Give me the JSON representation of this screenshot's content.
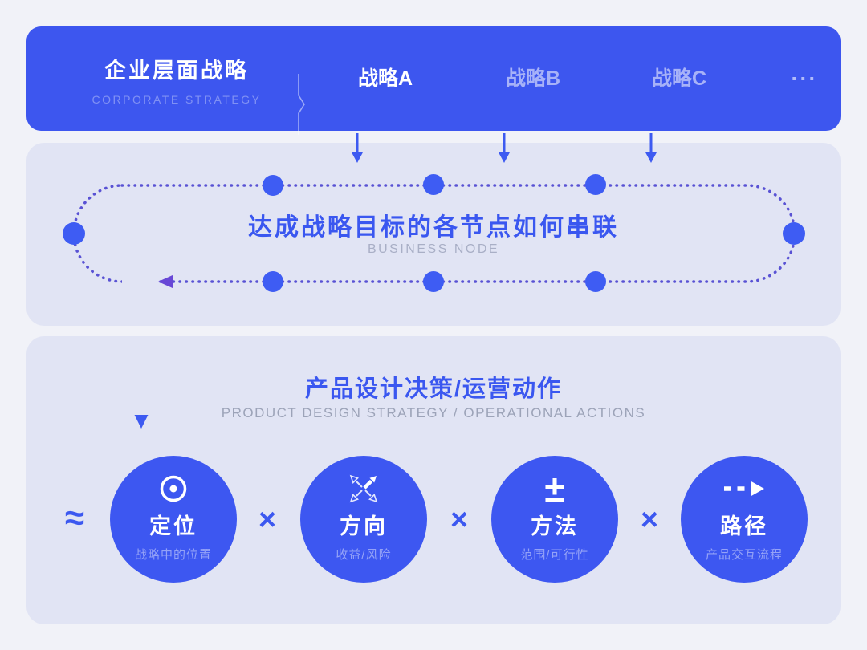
{
  "banner": {
    "title": "企业层面战略",
    "subtitle": "CORPORATE STRATEGY",
    "items": [
      {
        "label": "战略A",
        "state": "active"
      },
      {
        "label": "战略B",
        "state": "dim"
      },
      {
        "label": "战略C",
        "state": "dim"
      },
      {
        "label": "···",
        "state": "dim"
      }
    ]
  },
  "business_node": {
    "title": "达成战略目标的各节点如何串联",
    "subtitle": "BUSINESS NODE"
  },
  "product": {
    "title": "产品设计决策/运营动作",
    "subtitle": "PRODUCT DESIGN STRATEGY / OPERATIONAL ACTIONS",
    "operators": {
      "approx": "≈",
      "multiply": "×"
    },
    "circles": [
      {
        "icon": "target-icon",
        "label": "定位",
        "subtitle": "战略中的位置"
      },
      {
        "icon": "crossed-arrows-icon",
        "label": "方向",
        "subtitle": "收益/风险"
      },
      {
        "icon": "plus-minus-icon",
        "glyph": "±",
        "label": "方法",
        "subtitle": "范围/可行性"
      },
      {
        "icon": "dashed-arrow-icon",
        "label": "路径",
        "subtitle": "产品交互流程"
      }
    ]
  },
  "colors": {
    "banner_blue": "#3D56EF",
    "accent_blue": "#3A57F0",
    "node_dot_blue": "#3E5CF3",
    "loop_purple": "#5952D4",
    "arrowhead_purple": "#6847D6",
    "panel_bg": "#E1E4F4",
    "page_bg": "#F1F2F8",
    "muted_gray": "#A9AFC6"
  }
}
